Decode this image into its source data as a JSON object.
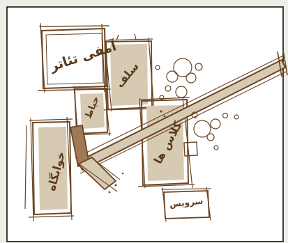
{
  "sketch": {
    "title": "",
    "ink_color": "#6b4423",
    "fill_color": "#d7cab3",
    "paper_color": "#ffffff",
    "frame_color": "#111111",
    "blocks": [
      {
        "id": "amphitheater",
        "label": "آمفی تئاتر"
      },
      {
        "id": "dining",
        "label": "سلف"
      },
      {
        "id": "courtyard",
        "label": "حیاط"
      },
      {
        "id": "dormitory",
        "label": "خوابگاه"
      },
      {
        "id": "classrooms",
        "label": "کلاس ها"
      },
      {
        "id": "services",
        "label": "سرویس"
      }
    ]
  }
}
